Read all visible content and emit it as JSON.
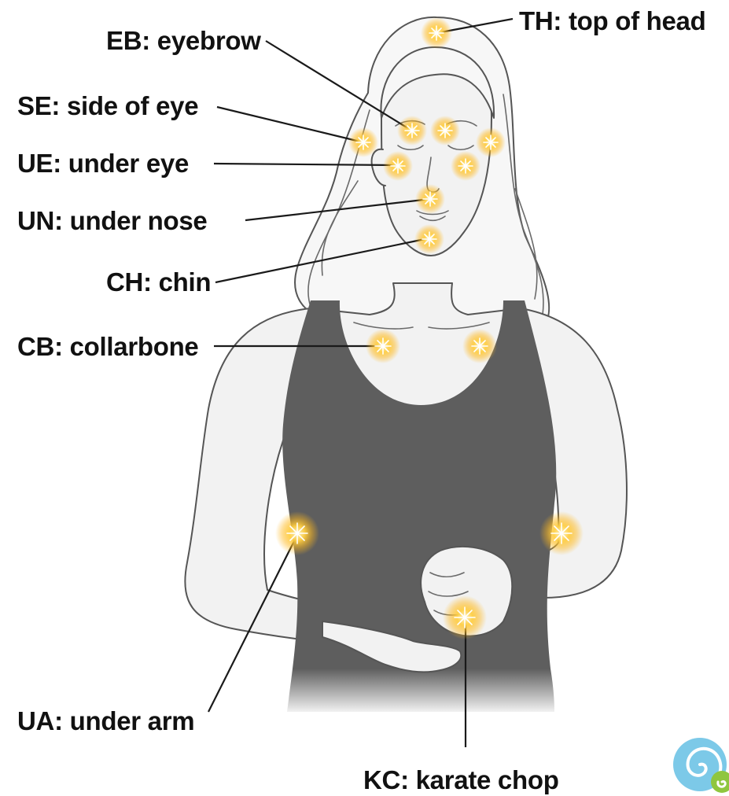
{
  "points": [
    {
      "id": "th",
      "label": "TH: top of head"
    },
    {
      "id": "eb",
      "label": "EB: eyebrow"
    },
    {
      "id": "se",
      "label": "SE: side of eye"
    },
    {
      "id": "ue",
      "label": "UE: under eye"
    },
    {
      "id": "un",
      "label": "UN: under nose"
    },
    {
      "id": "ch",
      "label": "CH: chin"
    },
    {
      "id": "cb",
      "label": "CB: collarbone"
    },
    {
      "id": "ua",
      "label": "UA: under arm"
    },
    {
      "id": "kc",
      "label": "KC: karate chop"
    }
  ],
  "colors": {
    "glow": "#ffb81c",
    "tank_top": "#5e5e5e",
    "skin": "#f2f2f2",
    "text": "#111111",
    "logo_blue": "#6ec3e6",
    "logo_green": "#8fc63f"
  },
  "icons": [
    "tapping-point-glow-icon",
    "spiral-logo-icon"
  ]
}
